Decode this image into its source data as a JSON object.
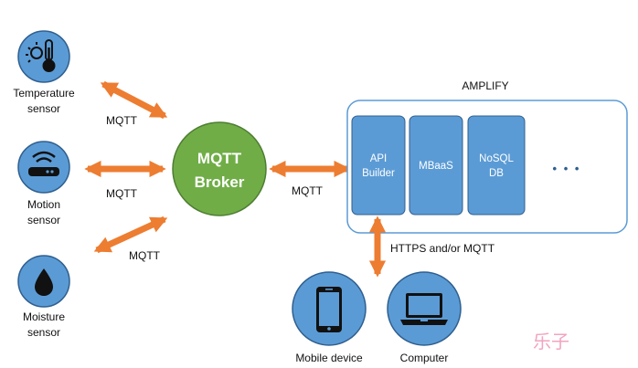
{
  "colors": {
    "node_blue": "#5b9bd5",
    "node_stroke": "#2f5f8f",
    "arrow_orange": "#ed7d31",
    "broker_green": "#70ad47",
    "box_blue": "#5b9bd5",
    "icon_dark": "#111111"
  },
  "sensors": [
    {
      "line1": "Temperature",
      "line2": "sensor",
      "icon": "thermometer-sun-icon",
      "protocol": "MQTT"
    },
    {
      "line1": "Motion",
      "line2": "sensor",
      "icon": "motion-router-icon",
      "protocol": "MQTT"
    },
    {
      "line1": "Moisture",
      "line2": "sensor",
      "icon": "water-drop-icon",
      "protocol": "MQTT"
    }
  ],
  "broker": {
    "line1": "MQTT",
    "line2": "Broker"
  },
  "broker_link": {
    "protocol": "MQTT"
  },
  "amplify": {
    "title": "AMPLIFY",
    "components": [
      {
        "line1": "API",
        "line2": "Builder"
      },
      {
        "line1": "MBaaS",
        "line2": ""
      },
      {
        "line1": "NoSQL",
        "line2": "DB"
      }
    ],
    "more": "• • •"
  },
  "client_link": {
    "protocol": "HTTPS and/or MQTT"
  },
  "clients": [
    {
      "label": "Mobile device",
      "icon": "smartphone-icon"
    },
    {
      "label": "Computer",
      "icon": "laptop-icon"
    }
  ],
  "watermark": "乐子"
}
